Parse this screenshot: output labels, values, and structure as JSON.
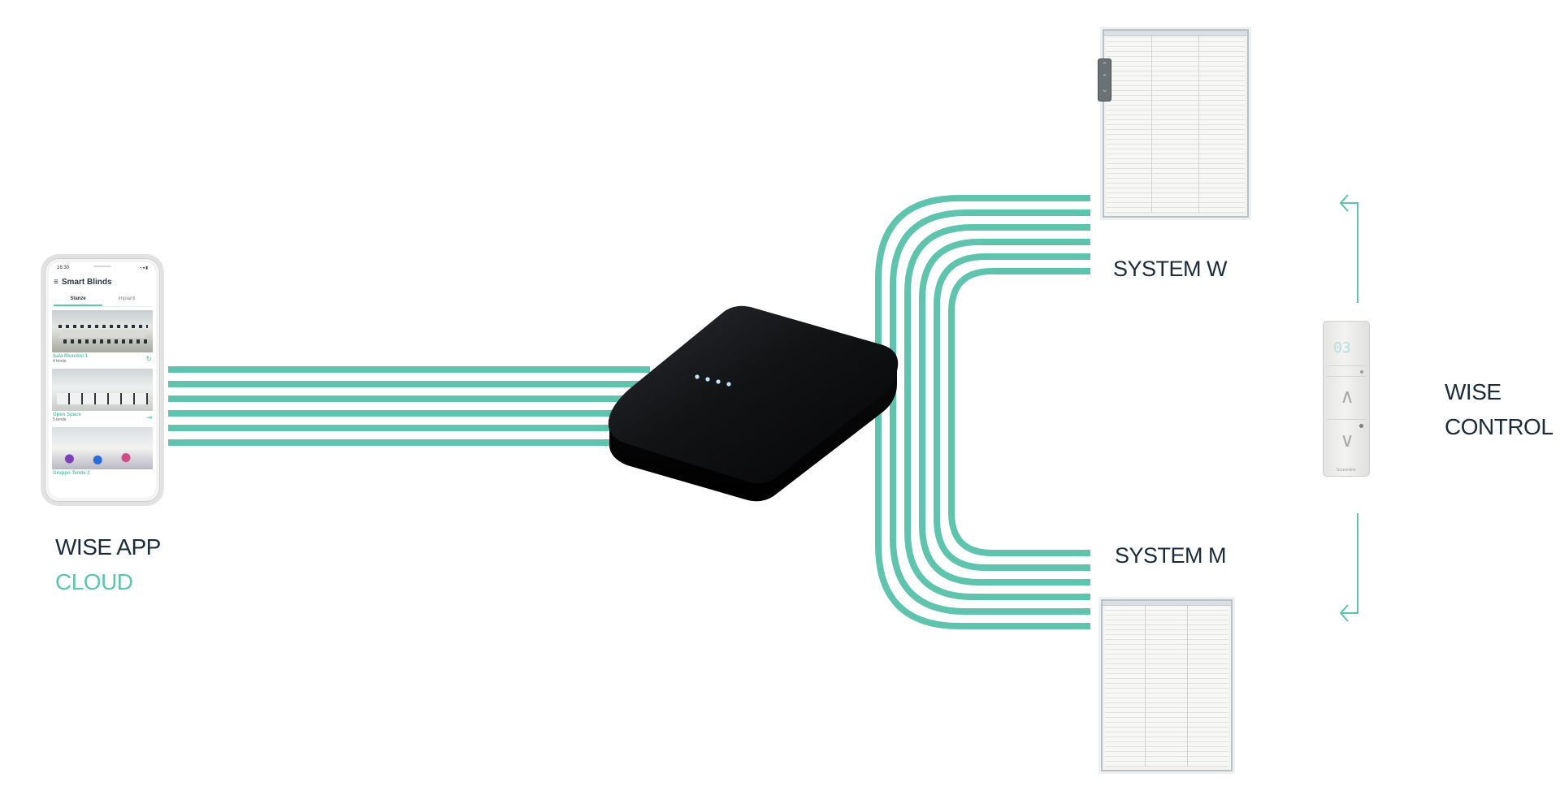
{
  "labels": {
    "wise_app": "WISE APP",
    "cloud": "CLOUD",
    "system_w": "SYSTEM W",
    "system_m": "SYSTEM M",
    "wise": "WISE",
    "control": "CONTROL"
  },
  "colors": {
    "accent": "#5ec4ad",
    "label": "#1b2b3c",
    "hub": "#101113",
    "hub_led": "#bfe6ff"
  },
  "phone": {
    "time": "16:30",
    "app_title": "Smart Blinds",
    "tabs": [
      "Stanze",
      "Impianti"
    ],
    "rooms": [
      {
        "name": "Sala Riunioni 1",
        "sub": "4 tende"
      },
      {
        "name": "Open Space",
        "sub": "5 tende"
      },
      {
        "name": "Gruppo Tende 2",
        "sub": ""
      }
    ]
  },
  "remote": {
    "display": "03",
    "brand": "Screenline"
  }
}
